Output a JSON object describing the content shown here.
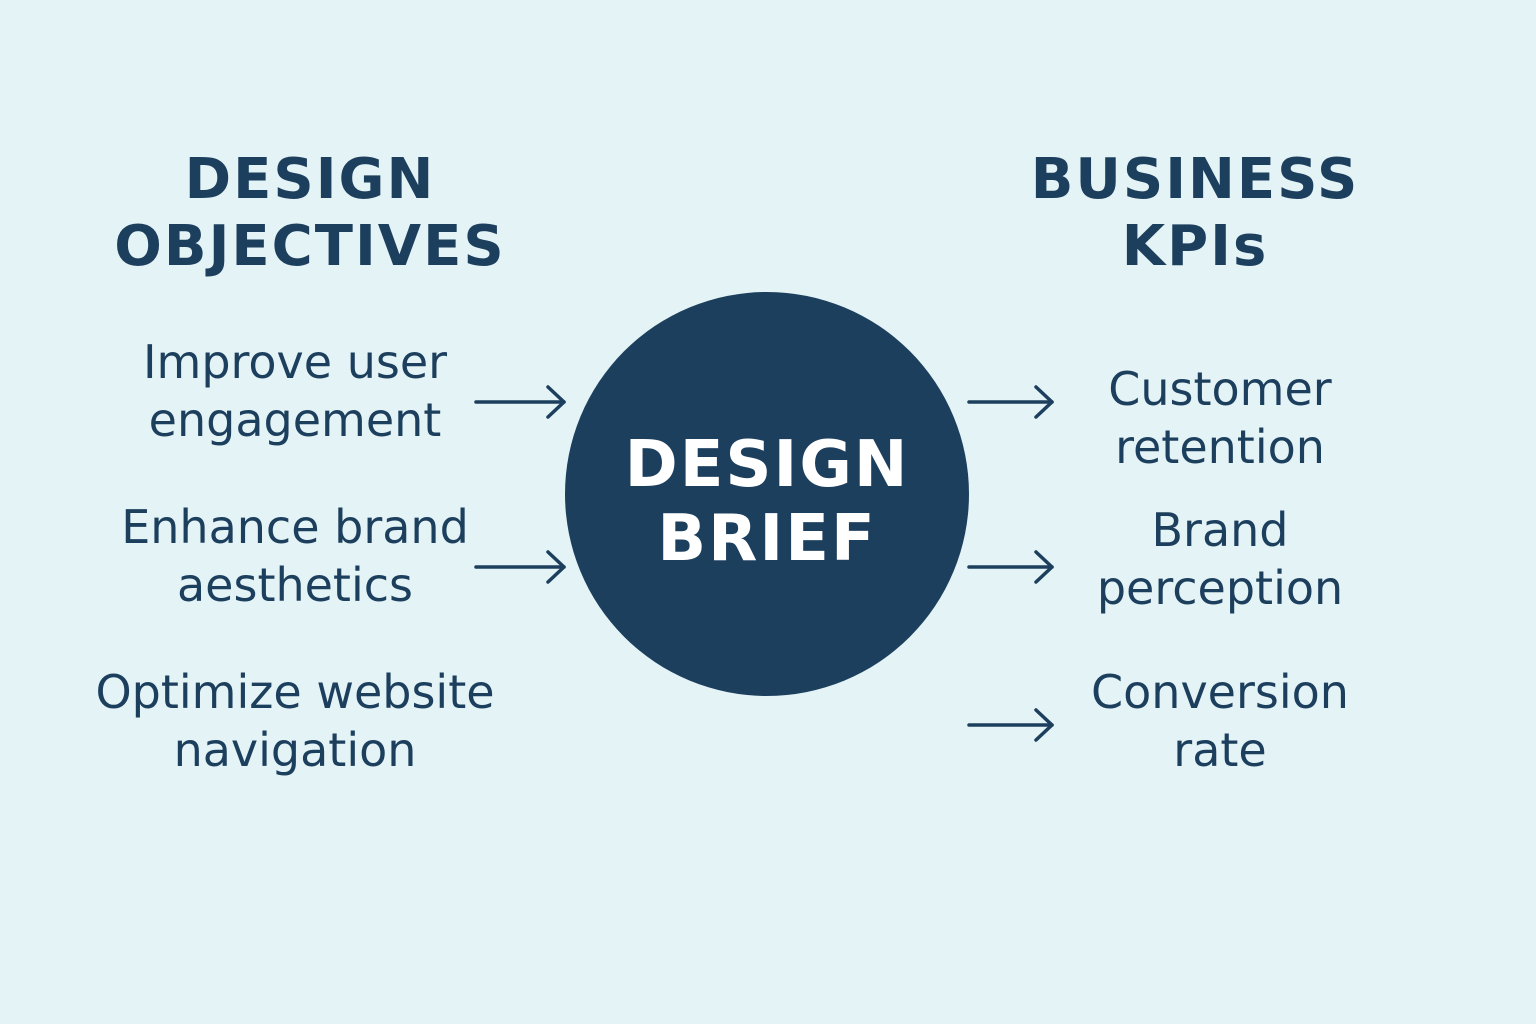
{
  "left_column": {
    "heading_lines": [
      "DESIGN",
      "OBJECTIVES"
    ],
    "items": [
      {
        "lines": [
          "Improve user",
          "engagement"
        ]
      },
      {
        "lines": [
          "Enhance brand",
          "aesthetics"
        ]
      },
      {
        "lines": [
          "Optimize website",
          "navigation"
        ]
      }
    ]
  },
  "center": {
    "lines": [
      "DESIGN",
      "BRIEF"
    ],
    "color": "#1d3f5e"
  },
  "right_column": {
    "heading_lines": [
      "BUSINESS",
      "KPIs"
    ],
    "items": [
      {
        "lines": [
          "Customer",
          "retention"
        ]
      },
      {
        "lines": [
          "Brand",
          "perception"
        ]
      },
      {
        "lines": [
          "Conversion",
          "rate"
        ]
      }
    ]
  },
  "colors": {
    "background": "#e4f3f5",
    "text": "#1d3f5e",
    "center_text": "#ffffff"
  },
  "icons": {
    "arrows": "right-arrow-icon"
  }
}
